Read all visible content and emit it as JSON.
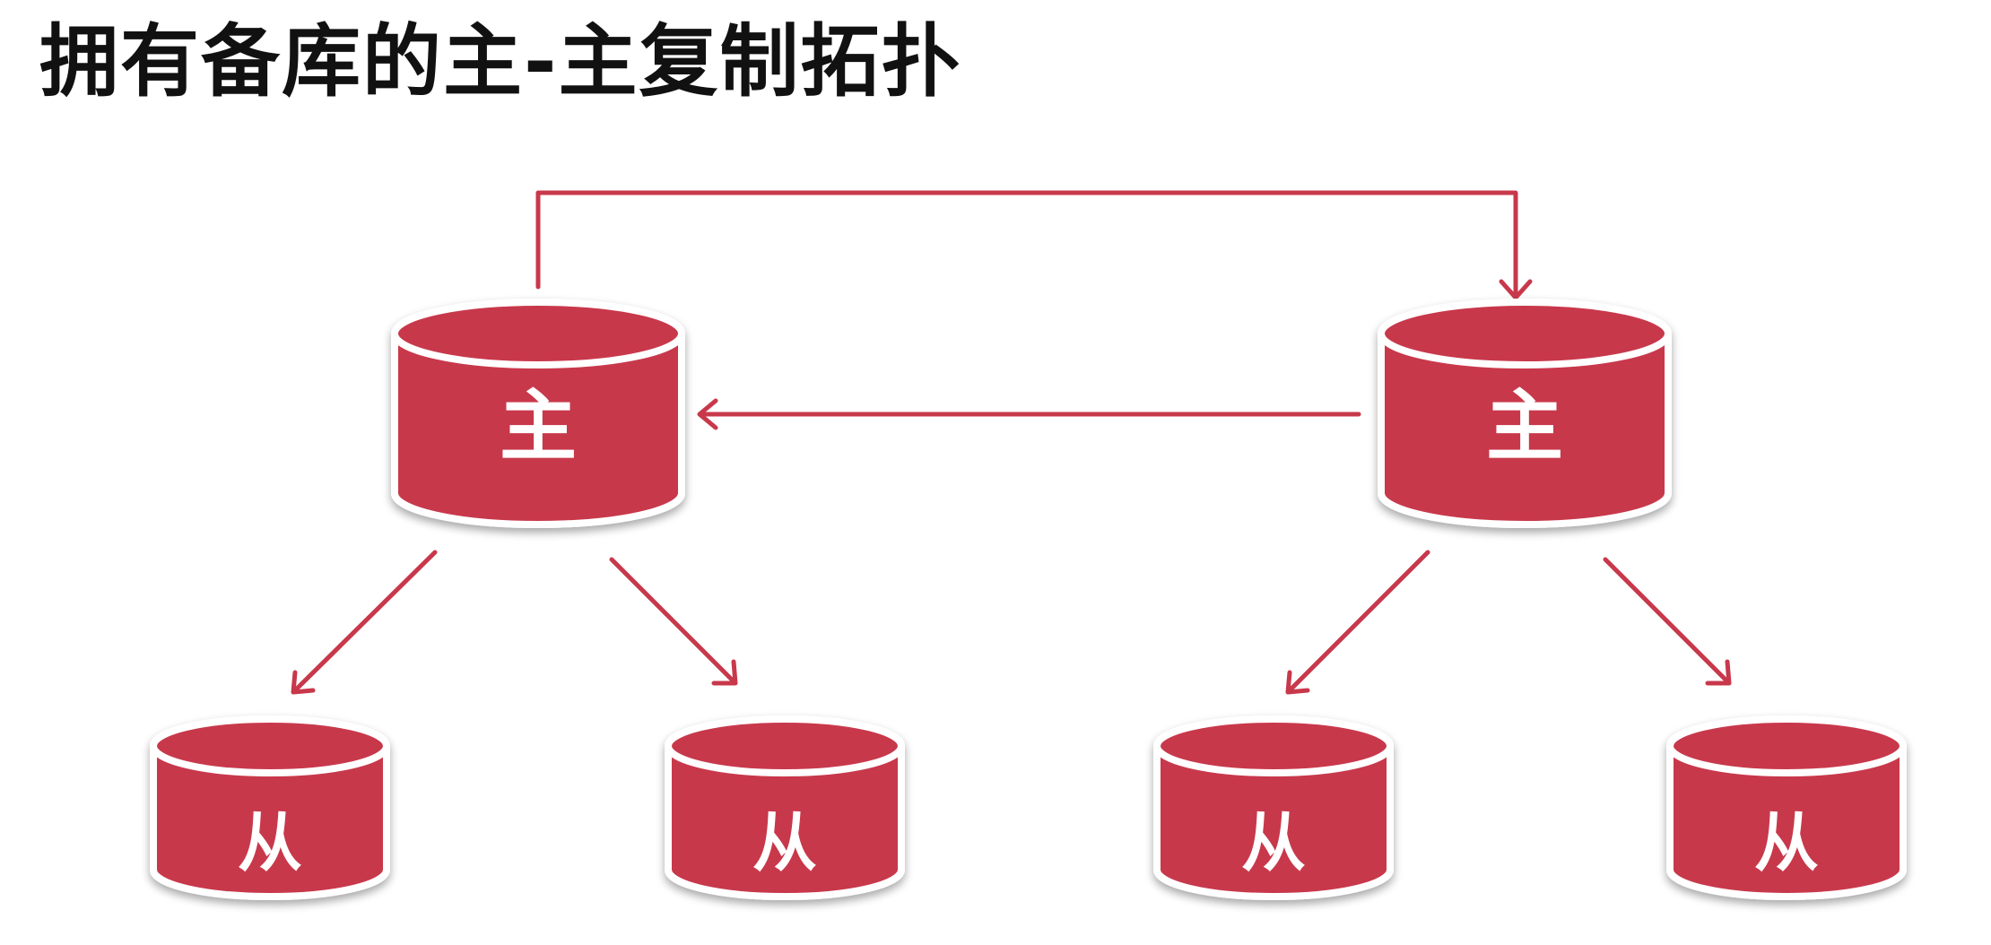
{
  "title": "拥有备库的主-主复制拓扑",
  "colors": {
    "node_fill": "#c8384b",
    "node_rim": "#ffffff",
    "arrow": "#c8384b",
    "label": "#ffffff"
  },
  "nodes": {
    "master_left": {
      "label": "主"
    },
    "master_right": {
      "label": "主"
    },
    "slave_1": {
      "label": "从"
    },
    "slave_2": {
      "label": "从"
    },
    "slave_3": {
      "label": "从"
    },
    "slave_4": {
      "label": "从"
    }
  }
}
